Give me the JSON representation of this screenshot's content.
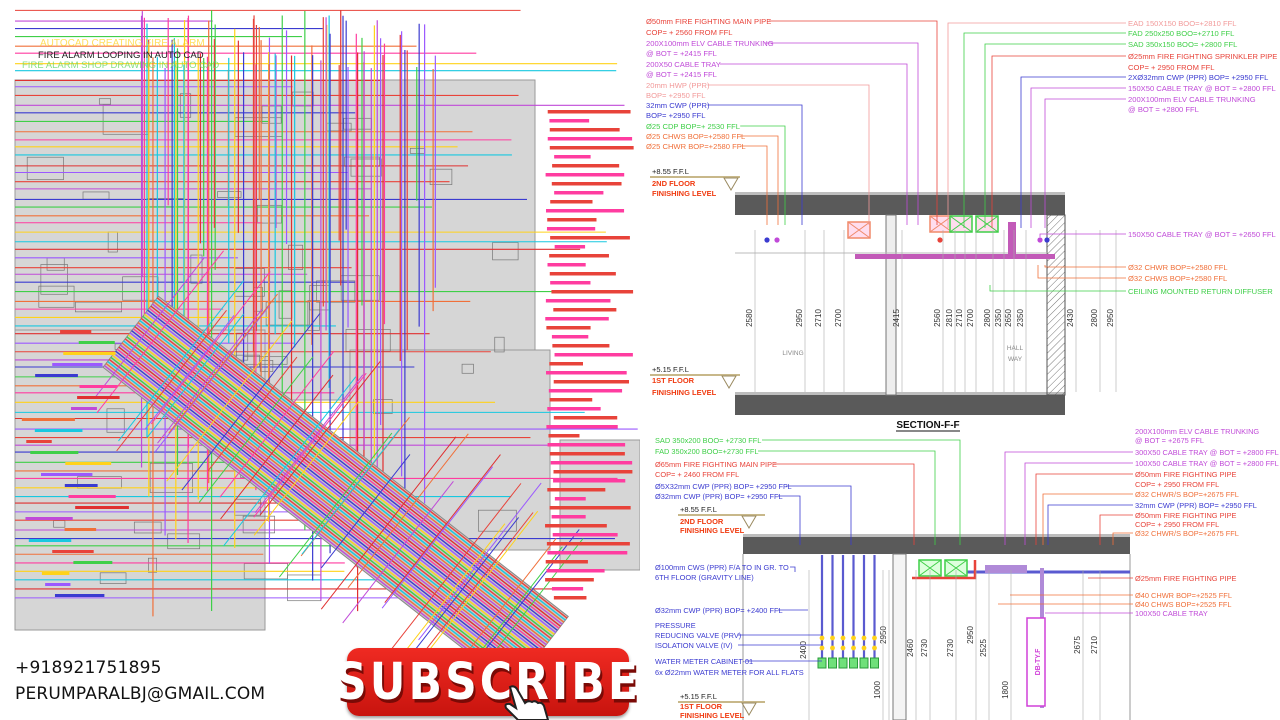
{
  "plan": {
    "headline_1": "AUTOCAD CREATING FIRE ALARM",
    "headline_2": "FIRE ALARM LOOPING IN AUTO CAD",
    "headline_3": "FIRE ALARM SHOP DRAWING IN AUTO CAD"
  },
  "contact": {
    "phone": "+918921751895",
    "email": "PERUMPARALBJ@GMAIL.COM"
  },
  "subscribe_label": "SUBSCRIBE",
  "colors": {
    "fire": "#e8433a",
    "elv": "#c04ad8",
    "water": "#3b3bd0",
    "hvac_green": "#3fcf48",
    "chilled": "#f0703a",
    "exhaust": "#f29a9a",
    "floor_label": "#f03a10",
    "subscribe_red": "#e0201a"
  },
  "section_top": {
    "title": "SECTION-F-F",
    "upper_level": "+8.55  F.F.L",
    "upper_floor": "2ND FLOOR",
    "upper_finish": "FINISHING LEVEL",
    "lower_level": "+5.15  F.F.L",
    "lower_floor": "1ST FLOOR",
    "lower_finish": "FINISHING LEVEL",
    "room_living": "LIVING",
    "room_hall": "HALL",
    "room_way": "WAY",
    "left_labels": [
      "Ø50mm FIRE FIGHTING MAIN PIPE",
      "COP= + 2560 FROM FFL",
      "200X100mm ELV CABLE TRUNKING",
      "@ BOT = +2415 FFL",
      "200X50 CABLE TRAY",
      "@ BOT = +2415 FFL",
      "20mm HWP (PPR)",
      "BOP= +2950 FFL",
      "32mm CWP (PPR)",
      "BOP= +2950 FFL",
      "Ø25 CDP BOP=+ 2530 FFL",
      "Ø25 CHWS BOP=+2580 FFL",
      "Ø25 CHWR BOP=+2580 FFL"
    ],
    "right_labels": [
      "EAD 150X150 BOO=+2810 FFL",
      "FAD 250x250 BOO=+2710 FFL",
      "SAD 350x150 BOO= +2800 FFL",
      "Ø25mm FIRE FIGHTING SPRINKLER PIPE",
      "COP= + 2950 FROM FFL",
      "2XØ32mm CWP (PPR) BOP= +2950 FFL",
      "150X50 CABLE TRAY @ BOT = +2800 FFL",
      "200X100mm ELV CABLE TRUNKING",
      "@ BOT = +2800 FFL",
      "150X50 CABLE TRAY @ BOT = +2650 FFL",
      "Ø32 CHWR BOP=+2580 FFL",
      "Ø32 CHWS BOP=+2580 FFL",
      "CEILING MOUNTED RETURN DIFFUSER"
    ],
    "dimensions": [
      "2580",
      "2950",
      "2710",
      "2700",
      "2415",
      "2560",
      "2810",
      "2710",
      "2700",
      "2800",
      "2350",
      "2650",
      "2350",
      "2430",
      "2800",
      "2950"
    ]
  },
  "section_bottom": {
    "upper_level": "+8.55  F.F.L",
    "upper_floor": "2ND FLOOR",
    "upper_finish": "FINISHING LEVEL",
    "lower_level": "+5.15  F.F.L",
    "lower_floor": "1ST FLOOR",
    "lower_finish": "FINISHING LEVEL",
    "db_label": "DB-TY.F",
    "left_labels": [
      "SAD 350x200 BOO= +2730 FFL",
      "FAD 350x200 BOO=+2730 FFL",
      "Ø65mm FIRE FIGHTING MAIN PIPE",
      "COP= + 2460 FROM FFL",
      "Ø5X32mm CWP (PPR) BOP= +2950 FFL",
      "Ø32mm CWP (PPR) BOP= +2950 FFL",
      "Ø100mm CWS (PPR) F/A TO IN GR. TO",
      "6TH FLOOR (GRAVITY LINE)",
      "Ø32mm CWP (PPR) BOP= +2400 FFL",
      "PRESSURE",
      "REDUCING VALVE (PRV)",
      "ISOLATION VALVE (IV)",
      "WATER METER CABINET-01",
      "6x Ø22mm WATER METER FOR ALL FLATS"
    ],
    "right_labels": [
      "200X100mm ELV CABLE TRUNKING",
      "@ BOT = +2675 FFL",
      "300X50 CABLE TRAY @ BOT = +2800 FFL",
      "100X50 CABLE TRAY @ BOT = +2800 FFL",
      "Ø50mm FIRE FIGHTING PIPE",
      "COP= + 2950 FROM FFL",
      "Ø32 CHWR/S BOP=+2675 FFL",
      "32mm CWP (PPR) BOP= +2950 FFL",
      "Ø50mm FIRE FIGHTING PIPE",
      "COP= + 2950 FROM FFL",
      "Ø32 CHWR/S BOP=+2675 FFL",
      "Ø25mm FIRE FIGHTING PIPE",
      "Ø40 CHWR BOP=+2525 FFL",
      "Ø40 CHWS BOP=+2525 FFL",
      "100X50 CABLE TRAY"
    ],
    "dimensions": [
      "2400",
      "2950",
      "1000",
      "2460",
      "2730",
      "2730",
      "2950",
      "2525",
      "1800",
      "2675",
      "2710"
    ]
  }
}
